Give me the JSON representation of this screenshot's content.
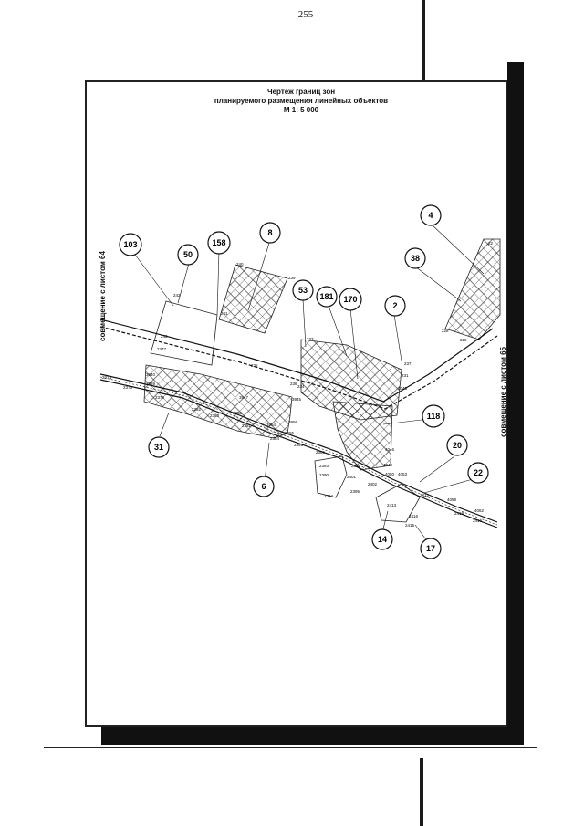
{
  "page": {
    "number": "255"
  },
  "drawing": {
    "title_lines": [
      "Чертеж границ зон",
      "планируемого  размещения линейных объектов",
      "М 1: 5 000"
    ],
    "left_side_label": "совмещение с листом 64",
    "right_side_label": "совмещение с листом 65"
  },
  "colors": {
    "ink": "#111111",
    "paper": "#ffffff",
    "hatch": "#222222"
  },
  "map": {
    "parcel_numbers": [
      "103",
      "50",
      "158",
      "8",
      "53",
      "181",
      "170",
      "2",
      "4",
      "38",
      "118",
      "31",
      "6",
      "20",
      "22",
      "14",
      "17"
    ],
    "point_numbers": [
      "240",
      "239",
      "241",
      "242",
      "243",
      "2377",
      "3940",
      "3939",
      "2376",
      "2374",
      "2373",
      "235",
      "236",
      "3947",
      "2382",
      "2383",
      "3953",
      "2381",
      "3954",
      "3955",
      "3956",
      "3945",
      "2384",
      "2385",
      "2386",
      "233",
      "234",
      "237",
      "231",
      "4045",
      "4046",
      "4049",
      "4050",
      "4053",
      "2391",
      "2393",
      "2390",
      "2395",
      "2394",
      "2401",
      "2402",
      "2412",
      "2413",
      "2416",
      "2415",
      "4058",
      "2418",
      "4062",
      "2419",
      "228",
      "229",
      "22"
    ]
  }
}
